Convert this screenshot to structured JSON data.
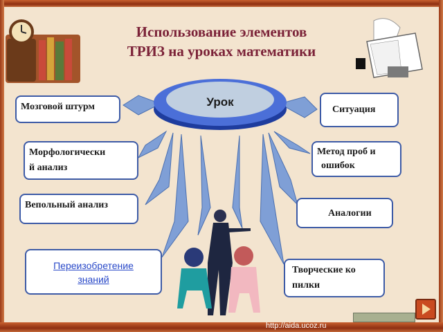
{
  "title": {
    "line1": "Использование элементов",
    "line2": "ТРИЗ на уроках математики"
  },
  "center": {
    "label": "Урок"
  },
  "methods": {
    "brainstorm": "Мозговой штурм",
    "situation": "Ситуация",
    "morph_line1": "Морфологически",
    "morph_line2": "й анализ",
    "trial_line1": "Метод проб и",
    "trial_line2": "ошибок",
    "vepol": "Вепольный  анализ",
    "analogies": "Аналогии",
    "reinvent_line1": "Переизобретение ",
    "reinvent_line2": "знаний",
    "creative_line1": "Творческие ко",
    "creative_line2": "пилки"
  },
  "footer": {
    "url": "http://aida.ucoz.ru"
  },
  "colors": {
    "title": "#7b2238",
    "box_border": "#3c5aa6",
    "link": "#2848c8",
    "frame": "#8e2f12",
    "background": "#f3e4cf"
  },
  "icons": [
    "clock-icon",
    "books-icon",
    "quill-icon",
    "open-book-icon",
    "arrow-icon",
    "teacher-figure",
    "student-figure"
  ]
}
